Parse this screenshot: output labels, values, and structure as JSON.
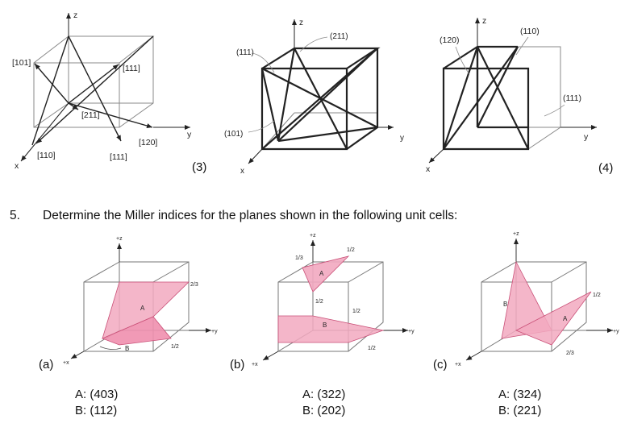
{
  "problem4": {
    "label_3": "(3)",
    "label_4": "(4)",
    "fig1": {
      "axes": {
        "z": "z",
        "y": "y",
        "x": "x"
      },
      "directions": [
        "[101]",
        "[111]",
        "[211]",
        "[120]",
        "[110]",
        "[111]"
      ]
    },
    "fig2": {
      "axes": {
        "z": "z",
        "y": "y",
        "x": "x"
      },
      "planes": [
        "(111)",
        "(211)",
        "(101)"
      ]
    },
    "fig3": {
      "axes": {
        "z": "z",
        "y": "y",
        "x": "x"
      },
      "planes": [
        "(120)",
        "(110)",
        "(111)"
      ]
    }
  },
  "problem5": {
    "number": "5.",
    "prompt": "Determine the Miller indices for the planes shown in the following unit cells:",
    "cells": [
      {
        "tag": "(a)",
        "axes": {
          "z": "+z",
          "y": "+y",
          "x": "+x"
        },
        "planes": [
          "A",
          "B"
        ],
        "fractions": [
          "2/3",
          "1/2"
        ],
        "answer_a_prefix": "A: ",
        "answer_a": "(403)",
        "answer_b_prefix": "B: ",
        "answer_b": "(112)"
      },
      {
        "tag": "(b)",
        "axes": {
          "z": "+z",
          "y": "+y",
          "x": "+x"
        },
        "planes": [
          "A",
          "B"
        ],
        "fractions": [
          "1/3",
          "1/2",
          "1/2",
          "1/2",
          "1/2"
        ],
        "answer_a_prefix": "A: ",
        "answer_a": "(322)",
        "answer_b_prefix": "B: ",
        "answer_b": "(202)"
      },
      {
        "tag": "(c)",
        "axes": {
          "z": "+z",
          "y": "+y",
          "x": "+x"
        },
        "planes": [
          "B",
          "A"
        ],
        "fractions": [
          "1/2",
          "2/3"
        ],
        "answer_a_prefix": "A: ",
        "answer_a": "(324)",
        "answer_b_prefix": "B: ",
        "answer_b": "(221)"
      }
    ]
  },
  "colors": {
    "plane_fill": "#f2a9c0",
    "plane_edge": "#c94f77",
    "line": "#222222",
    "cell": "#777777"
  }
}
